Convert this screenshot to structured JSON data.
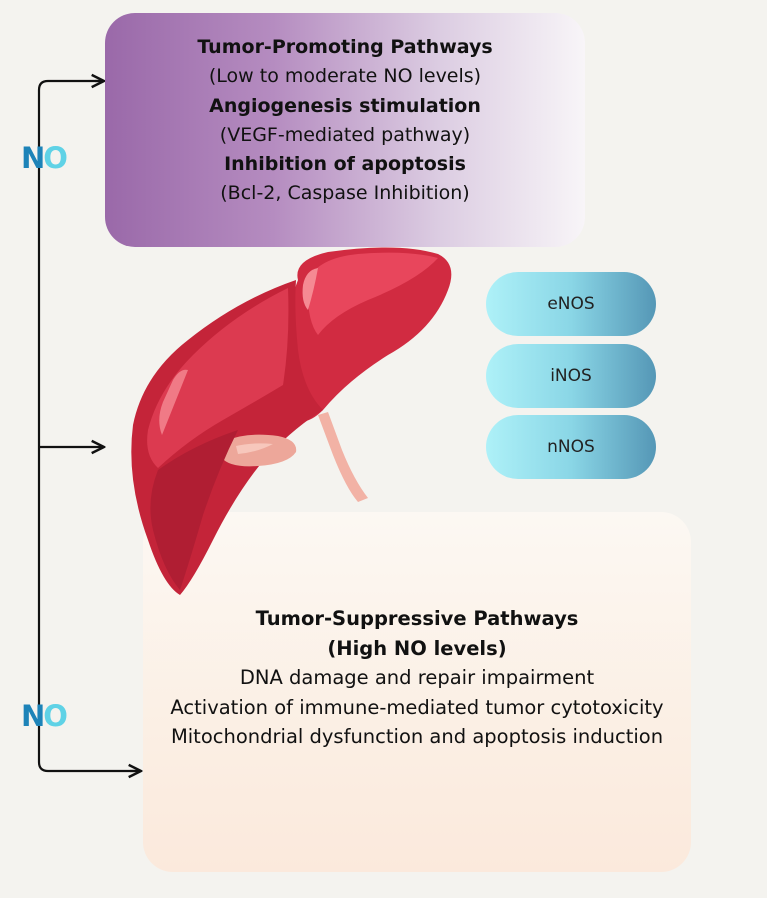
{
  "top_box": {
    "lines": [
      "Tumor-Promoting Pathways",
      "(Low to moderate NO levels)",
      "Angiogenesis stimulation",
      "(VEGF-mediated pathway)",
      "Inhibition of apoptosis",
      "(Bcl-2, Caspase Inhibition)"
    ],
    "color_start": "#9a69a9",
    "color_end": "#f8f5f8"
  },
  "isoforms": [
    "eNOS",
    "iNOS",
    "nNOS"
  ],
  "bottom_box": {
    "lines": [
      "Tumor-Suppressive Pathways",
      "(High NO levels)",
      "DNA damage and repair impairment",
      "Activation of immune-mediated tumor cytotoxicity",
      "Mitochondrial dysfunction and apoptosis induction"
    ]
  },
  "no_label": {
    "n": "N",
    "o": "O"
  },
  "organ_icon": "liver-icon",
  "colors": {
    "liver": "#cf2d45",
    "pill_light": "#aef1f8",
    "pill_dark": "#5597b6",
    "no_dark": "#1d83b8",
    "no_light": "#5fd2e6"
  }
}
